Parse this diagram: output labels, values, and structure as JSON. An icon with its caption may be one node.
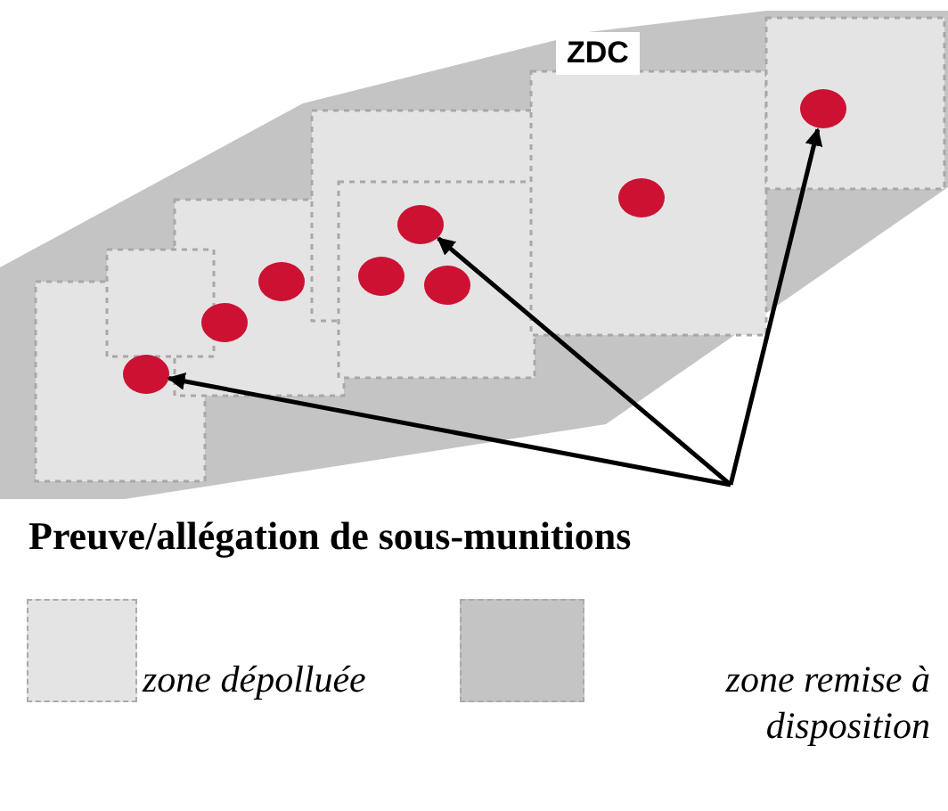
{
  "diagram": {
    "nodes": [
      {
        "text": [
          "ZDC"
        ]
      },
      {
        "text": [],
        "shape": "circle",
        "in": 0
      },
      {
        "text": [],
        "shape": "circle",
        "in": 0
      },
      {
        "text": [],
        "shape": "circle",
        "in": 0
      },
      {
        "text": [],
        "shape": "circle",
        "in": 0
      },
      {
        "text": [],
        "shape": "circle",
        "in": 0
      },
      {
        "text": [],
        "shape": "circle",
        "in": 0
      },
      {
        "text": [],
        "shape": "circle",
        "in": 0
      },
      {
        "text": [],
        "shape": "circle",
        "in": 0
      },
      {
        "text": [
          "Preuve/allégation de sous-munitions"
        ]
      }
    ],
    "edges": [
      {
        "from": 9,
        "to": 1,
        "arrow": "to"
      },
      {
        "from": 9,
        "to": 5,
        "arrow": "to"
      },
      {
        "from": 9,
        "to": 8,
        "arrow": "to"
      }
    ],
    "legend": [
      {
        "text": "zone dépolluée",
        "color": "#e4e4e4"
      },
      {
        "text": "zone remise à disposition",
        "color": "#c4c4c4"
      }
    ]
  }
}
